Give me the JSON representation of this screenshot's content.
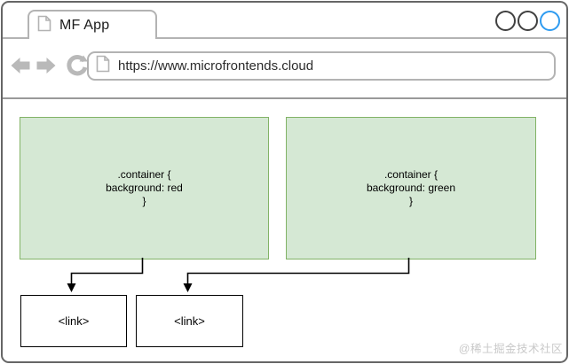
{
  "browser": {
    "tab": {
      "title": "MF App"
    },
    "url": "https://www.microfrontends.cloud",
    "controls": {
      "circle_count": 3,
      "active_circle_color": "#2e9bf0",
      "inactive_circle_color": "#404040"
    }
  },
  "diagram": {
    "modules": [
      {
        "code": [
          ".container {",
          "background: red",
          "}"
        ]
      },
      {
        "code": [
          ".container {",
          "background: green",
          "}"
        ]
      }
    ],
    "links": [
      "<link>",
      "<link>"
    ]
  },
  "watermark": "@稀土掘金技术社区",
  "colors": {
    "module_fill": "#d5e8d4",
    "module_border": "#82b366",
    "chrome_gray": "#b3b3b3",
    "window_border": "#666666",
    "icon_gray": "#b9b9b9"
  }
}
